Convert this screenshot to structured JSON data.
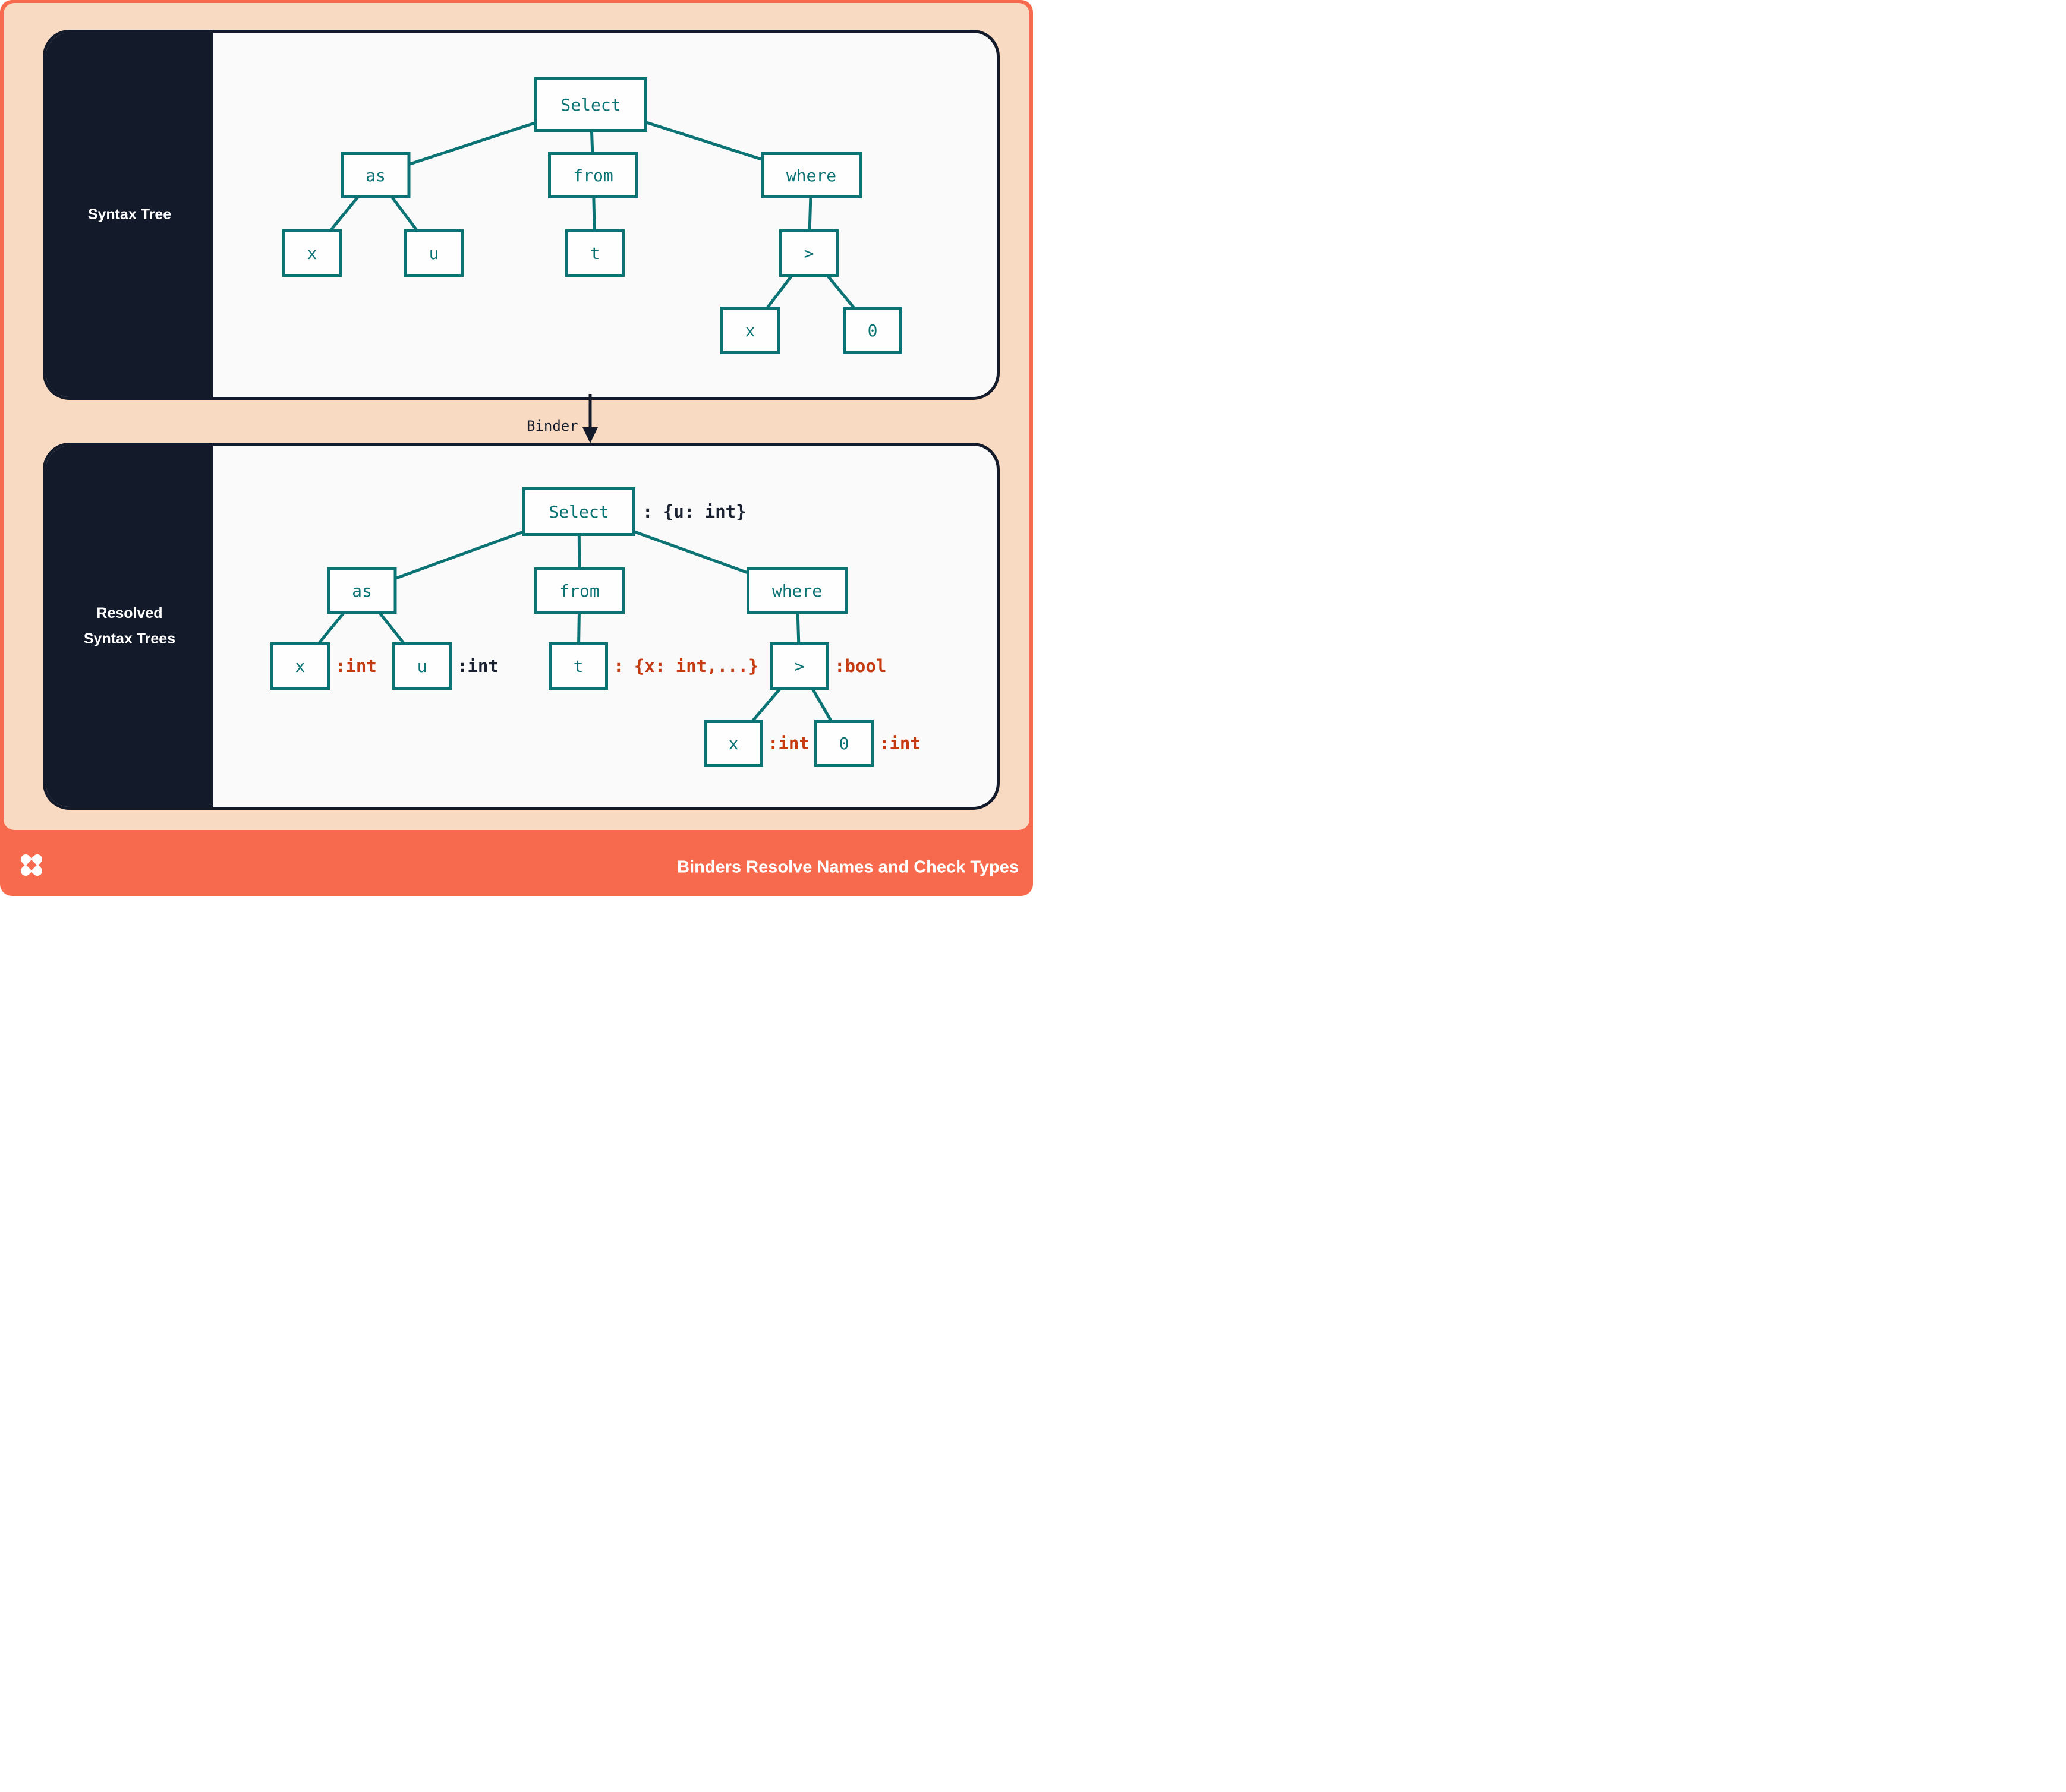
{
  "colors": {
    "accent_orange": "#F76A4D",
    "background_peach": "#F8D9C2",
    "ink_navy": "#131A2A",
    "tree_teal": "#0B7374",
    "type_error_red": "#C53A10",
    "panel_background": "#FAFAFA"
  },
  "top_panel": {
    "sidebar_label": "Syntax Tree",
    "nodes": [
      {
        "id": "select",
        "label": "Select"
      },
      {
        "id": "as",
        "label": "as"
      },
      {
        "id": "from",
        "label": "from"
      },
      {
        "id": "where",
        "label": "where"
      },
      {
        "id": "x-under-as",
        "label": "x"
      },
      {
        "id": "u-under-as",
        "label": "u"
      },
      {
        "id": "t-under-from",
        "label": "t"
      },
      {
        "id": "gt-under-where",
        "label": ">"
      },
      {
        "id": "x-under-gt",
        "label": "x"
      },
      {
        "id": "zero-under-gt",
        "label": "0"
      }
    ]
  },
  "binder_arrow": {
    "label": "Binder"
  },
  "bottom_panel": {
    "sidebar_lines": [
      "Resolved",
      "Syntax Trees"
    ],
    "nodes": [
      {
        "id": "select",
        "label": "Select",
        "annotation": ": {u: int}",
        "annotation_color": "navy"
      },
      {
        "id": "as",
        "label": "as",
        "annotation": "",
        "annotation_color": ""
      },
      {
        "id": "from",
        "label": "from",
        "annotation": "",
        "annotation_color": ""
      },
      {
        "id": "where",
        "label": "where",
        "annotation": "",
        "annotation_color": ""
      },
      {
        "id": "x-under-as",
        "label": "x",
        "annotation": ":int",
        "annotation_color": "red"
      },
      {
        "id": "u-under-as",
        "label": "u",
        "annotation": ":int",
        "annotation_color": "navy"
      },
      {
        "id": "t-under-from",
        "label": "t",
        "annotation": ": {x: int,...}",
        "annotation_color": "red"
      },
      {
        "id": "gt-under-where",
        "label": ">",
        "annotation": ":bool",
        "annotation_color": "red"
      },
      {
        "id": "x-under-gt",
        "label": "x",
        "annotation": ":int",
        "annotation_color": "red"
      },
      {
        "id": "zero-under-gt",
        "label": "0",
        "annotation": ":int",
        "annotation_color": "red"
      }
    ]
  },
  "footer": {
    "title": "Binders Resolve Names and Check Types",
    "logo": "pinwheel-x-logo"
  }
}
